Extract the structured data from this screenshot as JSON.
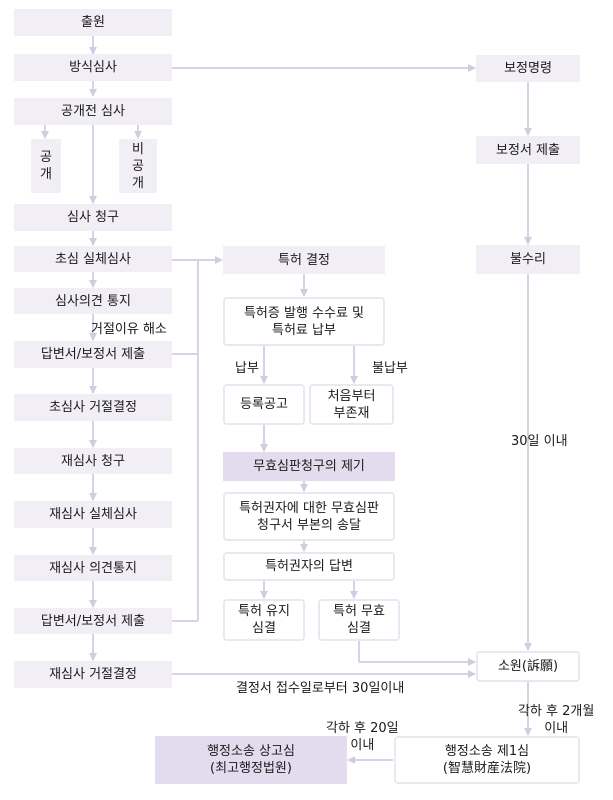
{
  "nodes": {
    "chulwon": "출원",
    "bangsik": "방식심사",
    "gonggaejeon": "공개전 심사",
    "gonggae": "공\n개",
    "bigonggae": "비\n공\n개",
    "simsa_cheonggu": "심사 청구",
    "chosim_silche": "초심 실체심사",
    "uigyeon_tongji": "심사의견 통지",
    "dapbyeon1": "답변서/보정서 제출",
    "chosim_geojeol": "초심사 거절결정",
    "jaesimsa_cheonggu": "재심사 청구",
    "jaesimsa_silche": "재심사 실체심사",
    "jaesimsa_uigyeon": "재심사 의견통지",
    "dapbyeon2": "답변서/보정서 제출",
    "jaesimsa_geojeol": "재심사 거절결정",
    "teukheo_gyeoljeong": "특허 결정",
    "sugsuryo": "특허증 발행 수수료 및\n특허료 납부",
    "deungnok": "등록공고",
    "cheoeum": "처음부터\n부존재",
    "muhyo_jegi": "무효심판청구의 제기",
    "songdal": "특허권자에 대한 무효심판\n청구서 부본의 송달",
    "dapbyeon3": "특허권자의 답변",
    "yuji": "특허 유지\n심결",
    "muhyo": "특허 무효\n심결",
    "bojeong_myeong": "보정명령",
    "bojeongseo": "보정서 제출",
    "bulsuri": "불수리",
    "sowon": "소원(訴願)",
    "sosong1": "행정소송 제1심\n(智慧財産法院)",
    "sosong_sang": "행정소송 상고심\n(최고행정법원)"
  },
  "labels": {
    "geojeol_haeso": "거절이유 해소",
    "nabbu": "납부",
    "bulnabbu": "불납부",
    "days30": "30일 이내",
    "gyeoljeongseo": "결정서 접수일로부터 30일이내",
    "months2": "각하 후 2개월\n이내",
    "days20": "각하 후 20일\n이내"
  },
  "colors": {
    "arrow": "#d8d2e4",
    "light_box": "#f1eef6",
    "dark_box": "#e3dcee",
    "outline": "#ebe7f2"
  }
}
